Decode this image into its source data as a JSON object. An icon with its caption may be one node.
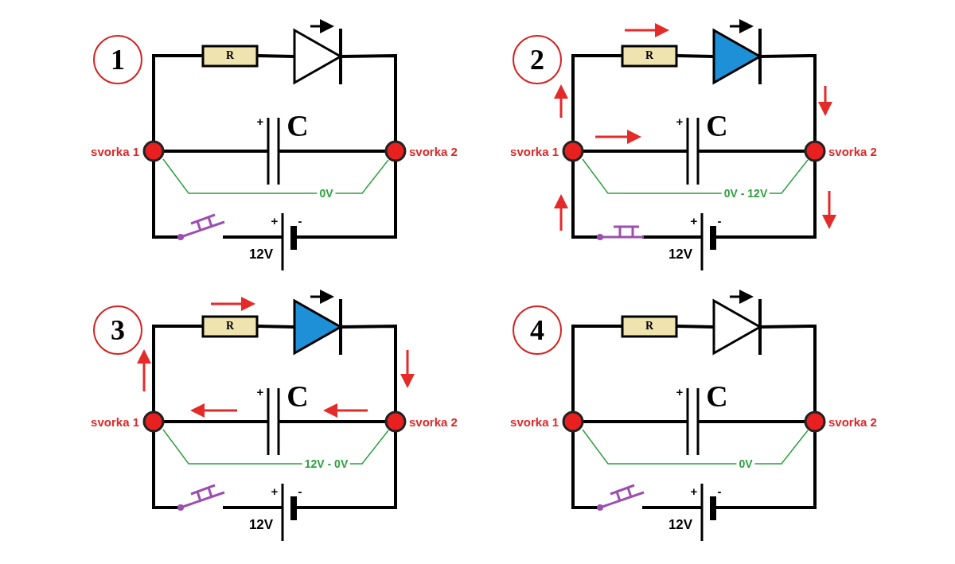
{
  "diagram": {
    "labels": [
      "1",
      "R",
      "+",
      "C",
      "svorka 1",
      "svorka 2",
      "0V",
      "+",
      "-",
      "12V",
      "2",
      "R",
      "+",
      "C",
      "svorka 1",
      "svorka 2",
      "0V - 12V",
      "+",
      "-",
      "12V",
      "3",
      "R",
      "+",
      "C",
      "svorka 1",
      "svorka 2",
      "12V - 0V",
      "+",
      "-",
      "12V",
      "4",
      "R",
      "+",
      "C",
      "svorka 1",
      "svorka 2",
      "0V",
      "+",
      "-",
      "12V"
    ]
  }
}
